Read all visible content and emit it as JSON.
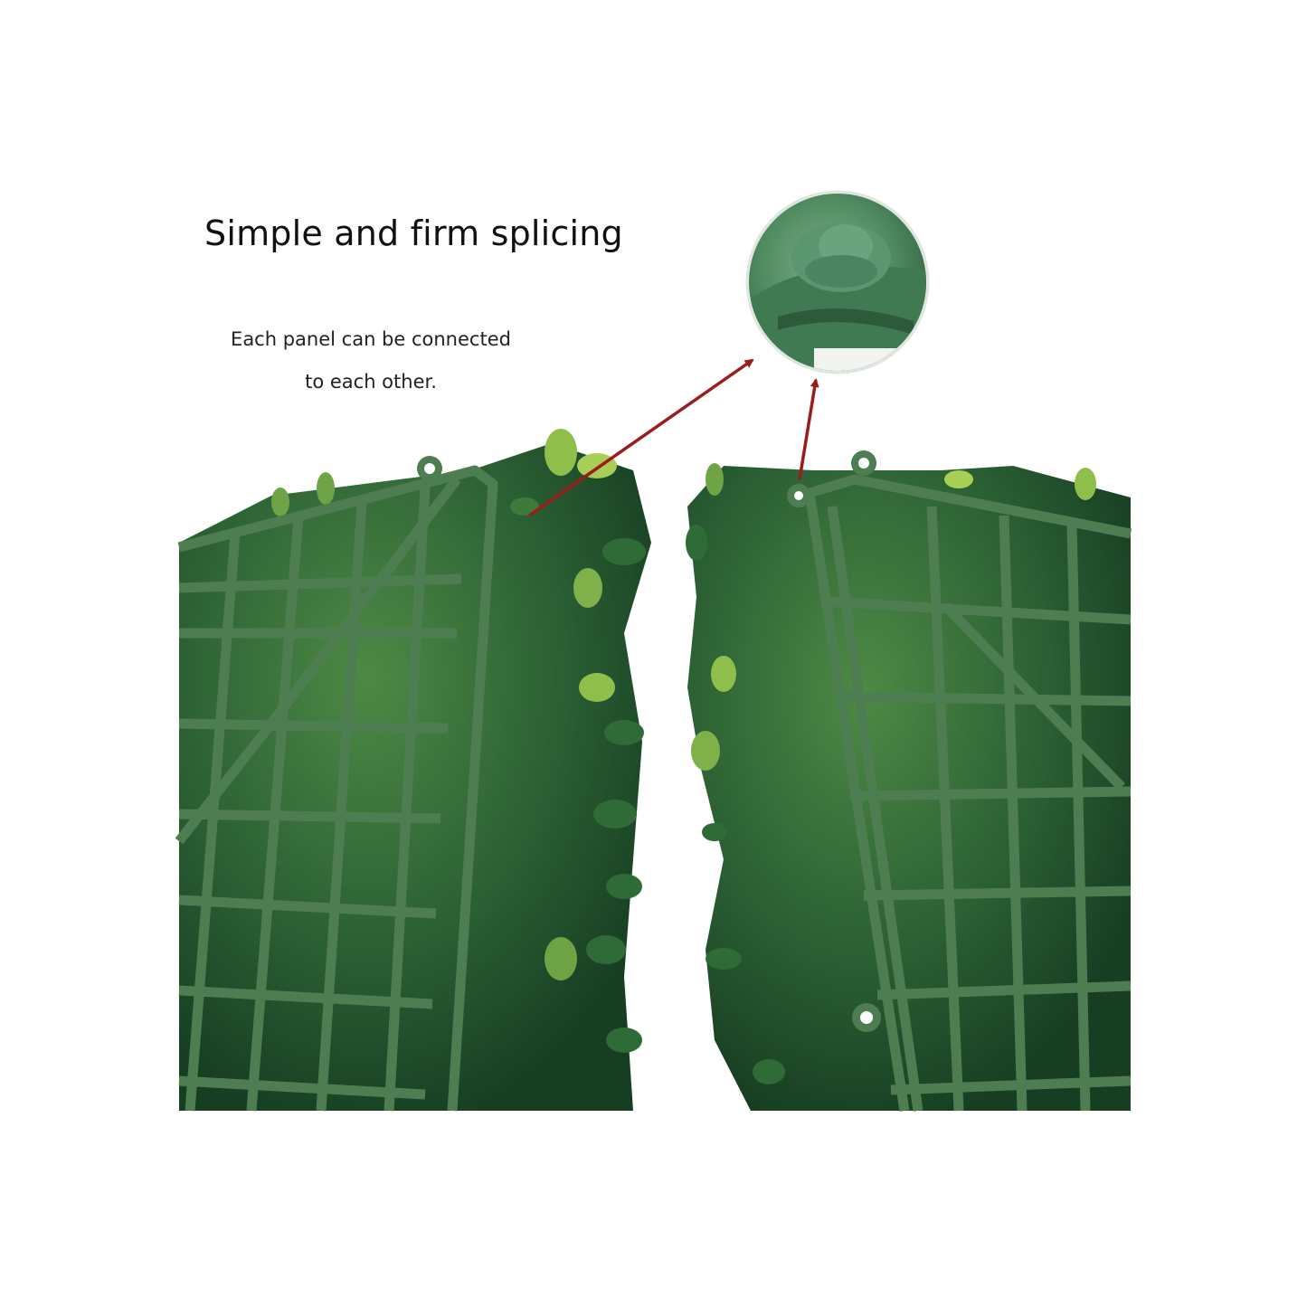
{
  "headline": "Simple and firm splicing",
  "description": {
    "line1": "Each panel can be connected",
    "line2": "to each other."
  },
  "colors": {
    "frame": "#4f7d52",
    "frame_dark": "#3f6a43",
    "foliage_dark": "#1f4d2a",
    "foliage_mid": "#2f6b36",
    "foliage_light": "#8fbf4a",
    "arrow": "#9b1c1c",
    "background": "#ffffff"
  },
  "icons": {
    "arrow_left": "arrow-up-right-icon",
    "arrow_right": "arrow-up-icon"
  }
}
